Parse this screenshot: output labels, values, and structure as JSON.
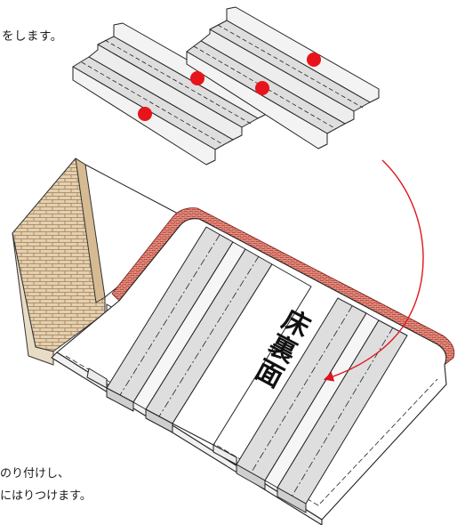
{
  "texts": {
    "top_line": "をします。",
    "bottom_line_1": "のり付けし、",
    "bottom_line_2": "にはりつけます。"
  },
  "floor_label": [
    "床",
    "裏",
    "面"
  ],
  "colors": {
    "strip_fill": "#dedede",
    "outline": "#222222",
    "marker": "#e8141b",
    "arrow": "#e0141b",
    "brick_fill": "#e5d0b0",
    "brick_mortar": "#9c7e58",
    "red_brick": "#b8332b"
  },
  "markers": 4
}
